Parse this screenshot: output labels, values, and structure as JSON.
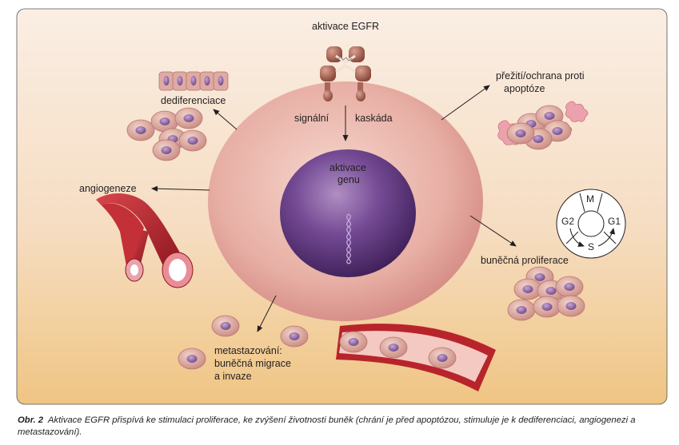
{
  "labels": {
    "egfr": "aktivace EGFR",
    "signal_left": "signální",
    "signal_right": "kaskáda",
    "gene_line1": "aktivace",
    "gene_line2": "genu",
    "dedifferentiation": "dediferenciace",
    "survival_line1": "přežití/ochrana proti",
    "survival_line2": "apoptóze",
    "angiogenesis": "angiogeneze",
    "proliferation": "buněčná proliferace",
    "metastasis_line1": "metastazování:",
    "metastasis_line2": "buněčná migrace",
    "metastasis_line3": "a invaze"
  },
  "cell_cycle": {
    "m": "M",
    "g1": "G1",
    "s": "S",
    "g2": "G2"
  },
  "caption": {
    "prefix": "Obr. 2",
    "text": "Aktivace EGFR přispívá ke stimulaci proliferace, ke zvýšení životnosti buněk (chrání je před apoptózou, stimuluje je k dediferenciaci, angiogenezi a metastazování)."
  },
  "colors": {
    "background_top": "#f9e8dc",
    "background_bottom": "#f0c98a",
    "cell_membrane": "#e4a8a0",
    "nucleus": "#6a3d86",
    "vessel": "#b8242c",
    "small_cell": "#d9a79d",
    "small_cell_nucleus": "#8a5d94"
  }
}
